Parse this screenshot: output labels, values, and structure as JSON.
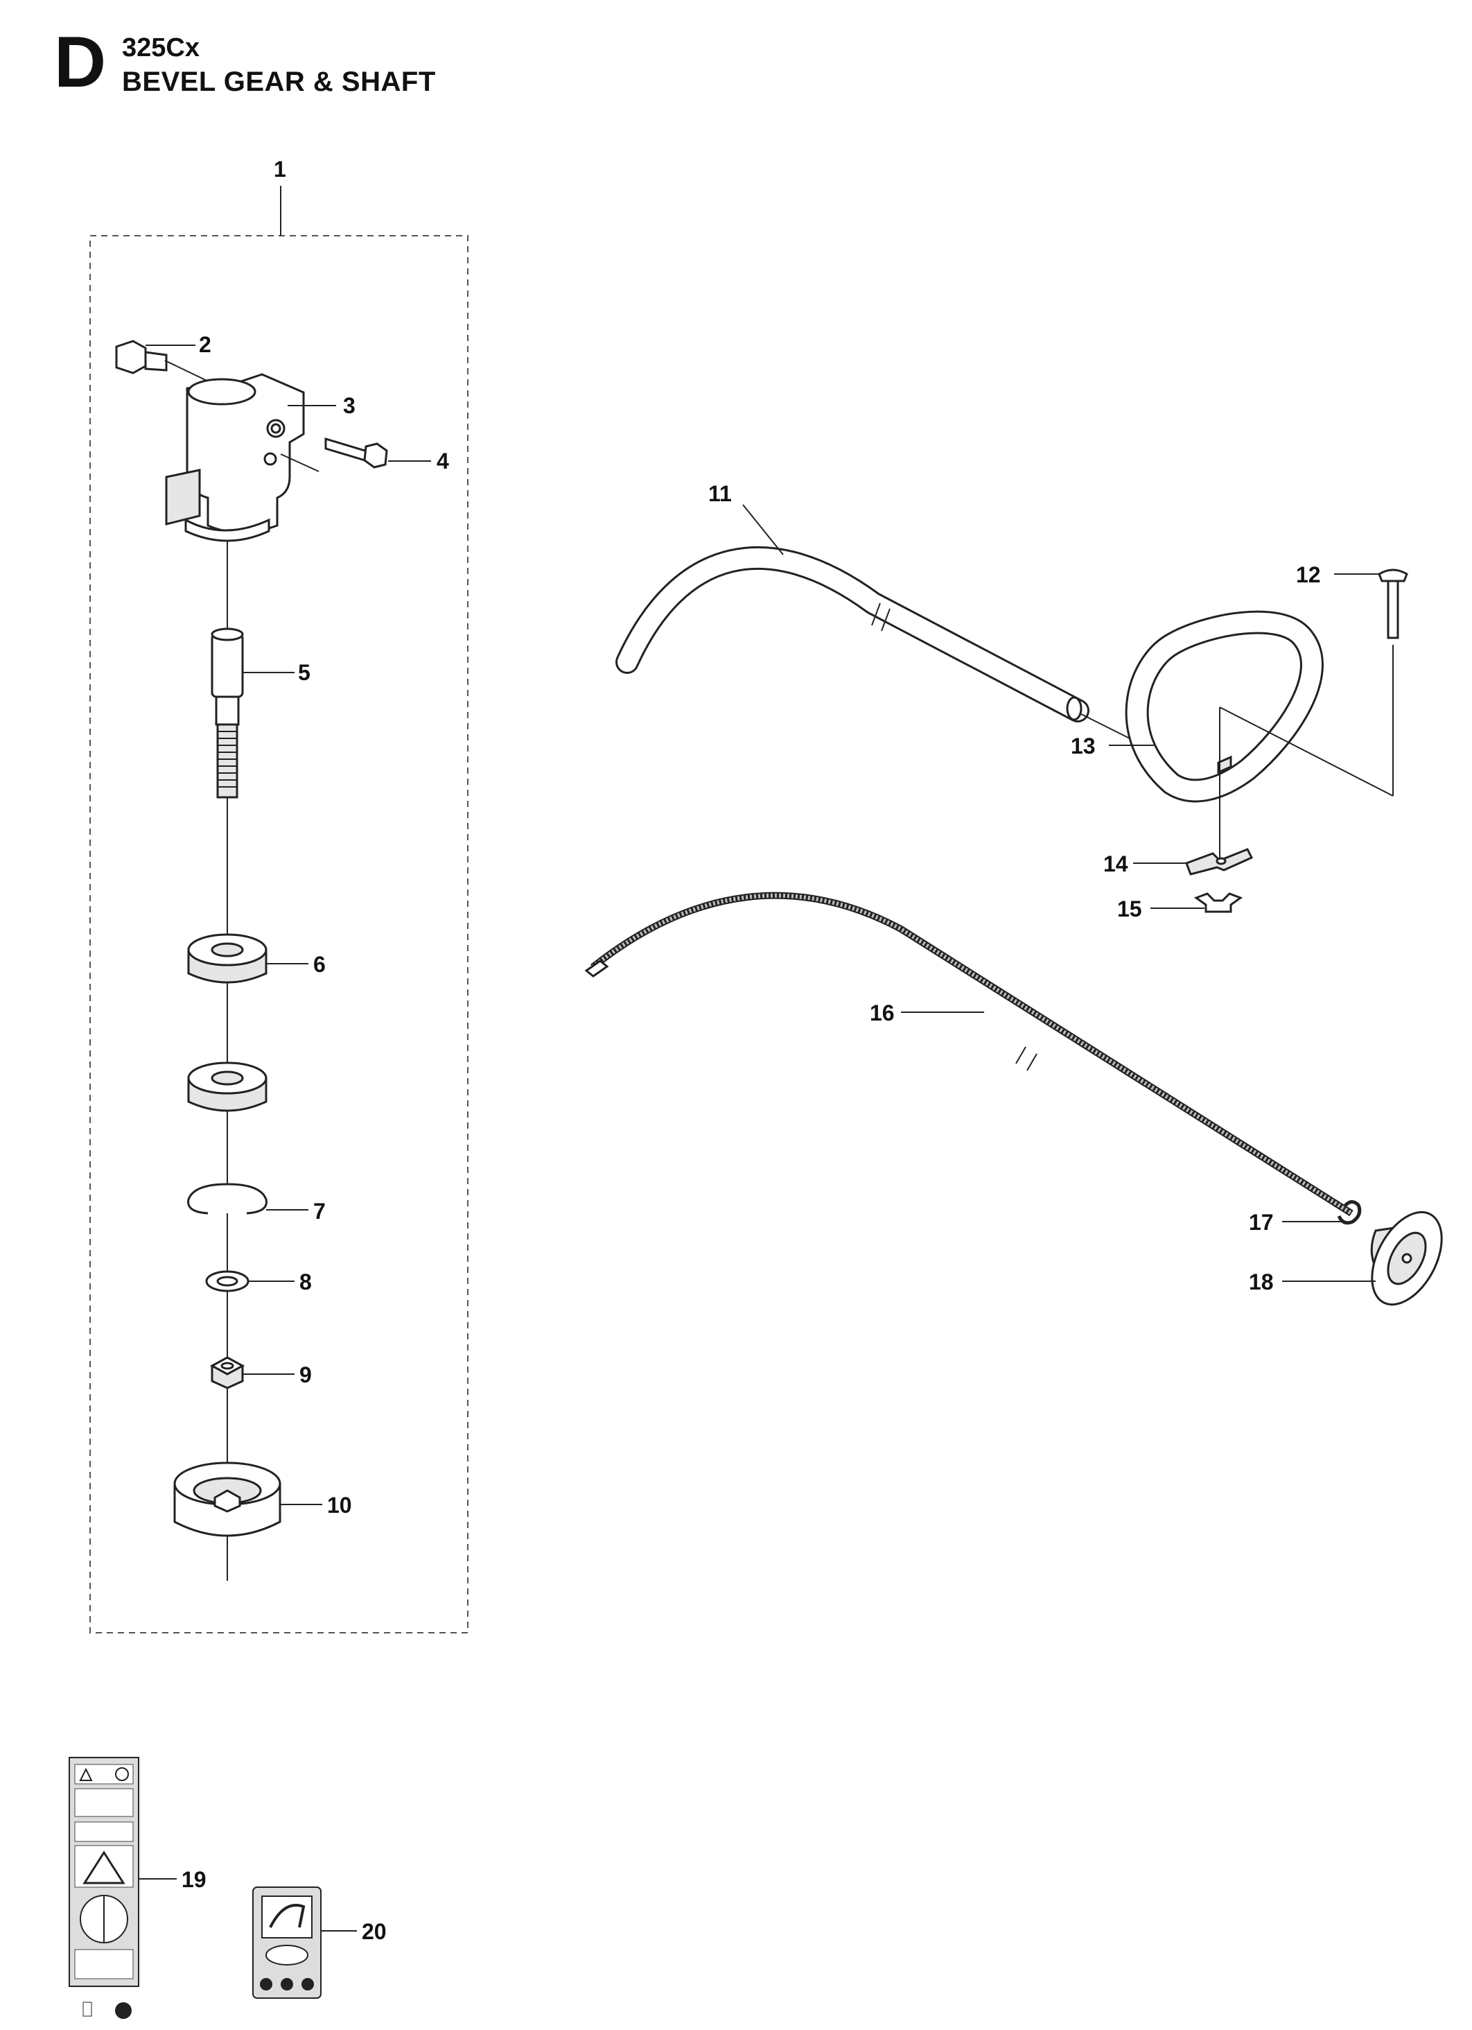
{
  "header": {
    "section_letter": "D",
    "model": "325Cx",
    "title": "BEVEL GEAR & SHAFT"
  },
  "callouts": [
    "1",
    "2",
    "3",
    "4",
    "5",
    "6",
    "7",
    "8",
    "9",
    "10",
    "11",
    "12",
    "13",
    "14",
    "15",
    "16",
    "17",
    "18",
    "19",
    "20"
  ]
}
